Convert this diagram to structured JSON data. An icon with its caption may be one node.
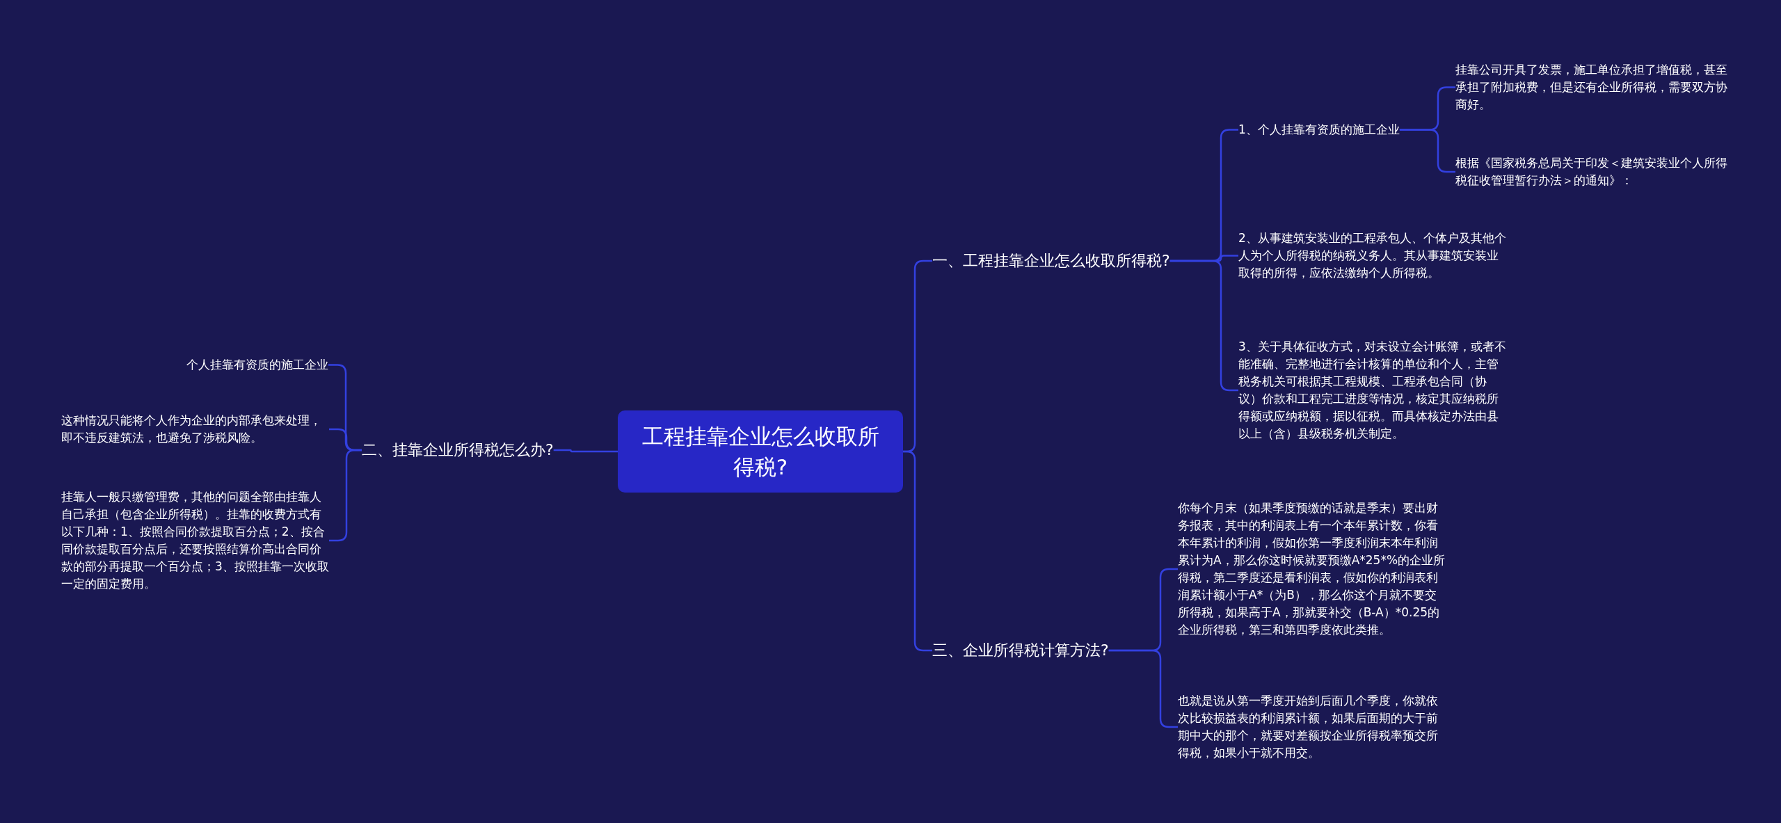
{
  "diagram": {
    "nodes": [
      {
        "text": [
          "工程挂靠企业怎么收取所得税?"
        ]
      },
      {
        "text": [
          "一、工程挂靠企业怎么收取所得税?"
        ]
      },
      {
        "text": [
          "1、个人挂靠有资质的施工企业"
        ]
      },
      {
        "text": [
          "挂靠公司开具了发票，施工单位承担了增值税，甚至承担了附加税费，但是还有企业所得税，需要双方协商好。"
        ]
      },
      {
        "text": [
          "根据《国家税务总局关于印发＜建筑安装业个人所得税征收管理暂行办法＞的通知》："
        ]
      },
      {
        "text": [
          "2、从事建筑安装业的工程承包人、个体户及其他个人为个人所得税的纳税义务人。其从事建筑安装业取得的所得，应依法缴纳个人所得税。"
        ]
      },
      {
        "text": [
          "3、关于具体征收方式，对未设立会计账簿，或者不能准确、完整地进行会计核算的单位和个人，主管税务机关可根据其工程规模、工程承包合同（协议）价款和工程完工进度等情况，核定其应纳税所得额或应纳税额，据以征税。而具体核定办法由县以上（含）县级税务机关制定。"
        ]
      },
      {
        "text": [
          "三、企业所得税计算方法?"
        ]
      },
      {
        "text": [
          "你每个月末（如果季度预缴的话就是季末）要出财务报表，其中的利润表上有一个本年累计数，你看本年累计的利润，假如你第一季度利润末本年利润累计为A，那么你这时候就要预缴A*25*%的企业所得税，第二季度还是看利润表，假如你的利润表利润累计额小于A*（为B），那么你这个月就不要交所得税，如果高于A，那就要补交（B-A）*0.25的企业所得税，第三和第四季度依此类推。"
        ]
      },
      {
        "text": [
          "也就是说从第一季度开始到后面几个季度，你就依次比较损益表的利润累计额，如果后面期的大于前期中大的那个，就要对差额按企业所得税率预交所得税，如果小于就不用交。"
        ]
      },
      {
        "text": [
          "二、挂靠企业所得税怎么办?"
        ]
      },
      {
        "text": [
          "个人挂靠有资质的施工企业"
        ]
      },
      {
        "text": [
          "这种情况只能将个人作为企业的内部承包来处理，即不违反建筑法，也避免了涉税风险。"
        ]
      },
      {
        "text": [
          "挂靠人一般只缴管理费，其他的问题全部由挂靠人自己承担（包含企业所得税）。挂靠的收费方式有以下几种：1、按照合同价款提取百分点；2、按合同价款提取百分点后，还要按照结算价高出合同价款的部分再提取一个百分点；3、按照挂靠一次收取一定的固定费用。"
        ]
      }
    ],
    "edges": [
      {
        "from": 0,
        "to": 1,
        "arrow": "none"
      },
      {
        "from": 1,
        "to": 2,
        "arrow": "none"
      },
      {
        "from": 2,
        "to": 3,
        "arrow": "none"
      },
      {
        "from": 2,
        "to": 4,
        "arrow": "none"
      },
      {
        "from": 1,
        "to": 5,
        "arrow": "none"
      },
      {
        "from": 1,
        "to": 6,
        "arrow": "none"
      },
      {
        "from": 0,
        "to": 7,
        "arrow": "none"
      },
      {
        "from": 7,
        "to": 8,
        "arrow": "none"
      },
      {
        "from": 7,
        "to": 9,
        "arrow": "none"
      },
      {
        "from": 0,
        "to": 10,
        "arrow": "none"
      },
      {
        "from": 10,
        "to": 11,
        "arrow": "none"
      },
      {
        "from": 10,
        "to": 12,
        "arrow": "none"
      },
      {
        "from": 10,
        "to": 13,
        "arrow": "none"
      }
    ]
  }
}
